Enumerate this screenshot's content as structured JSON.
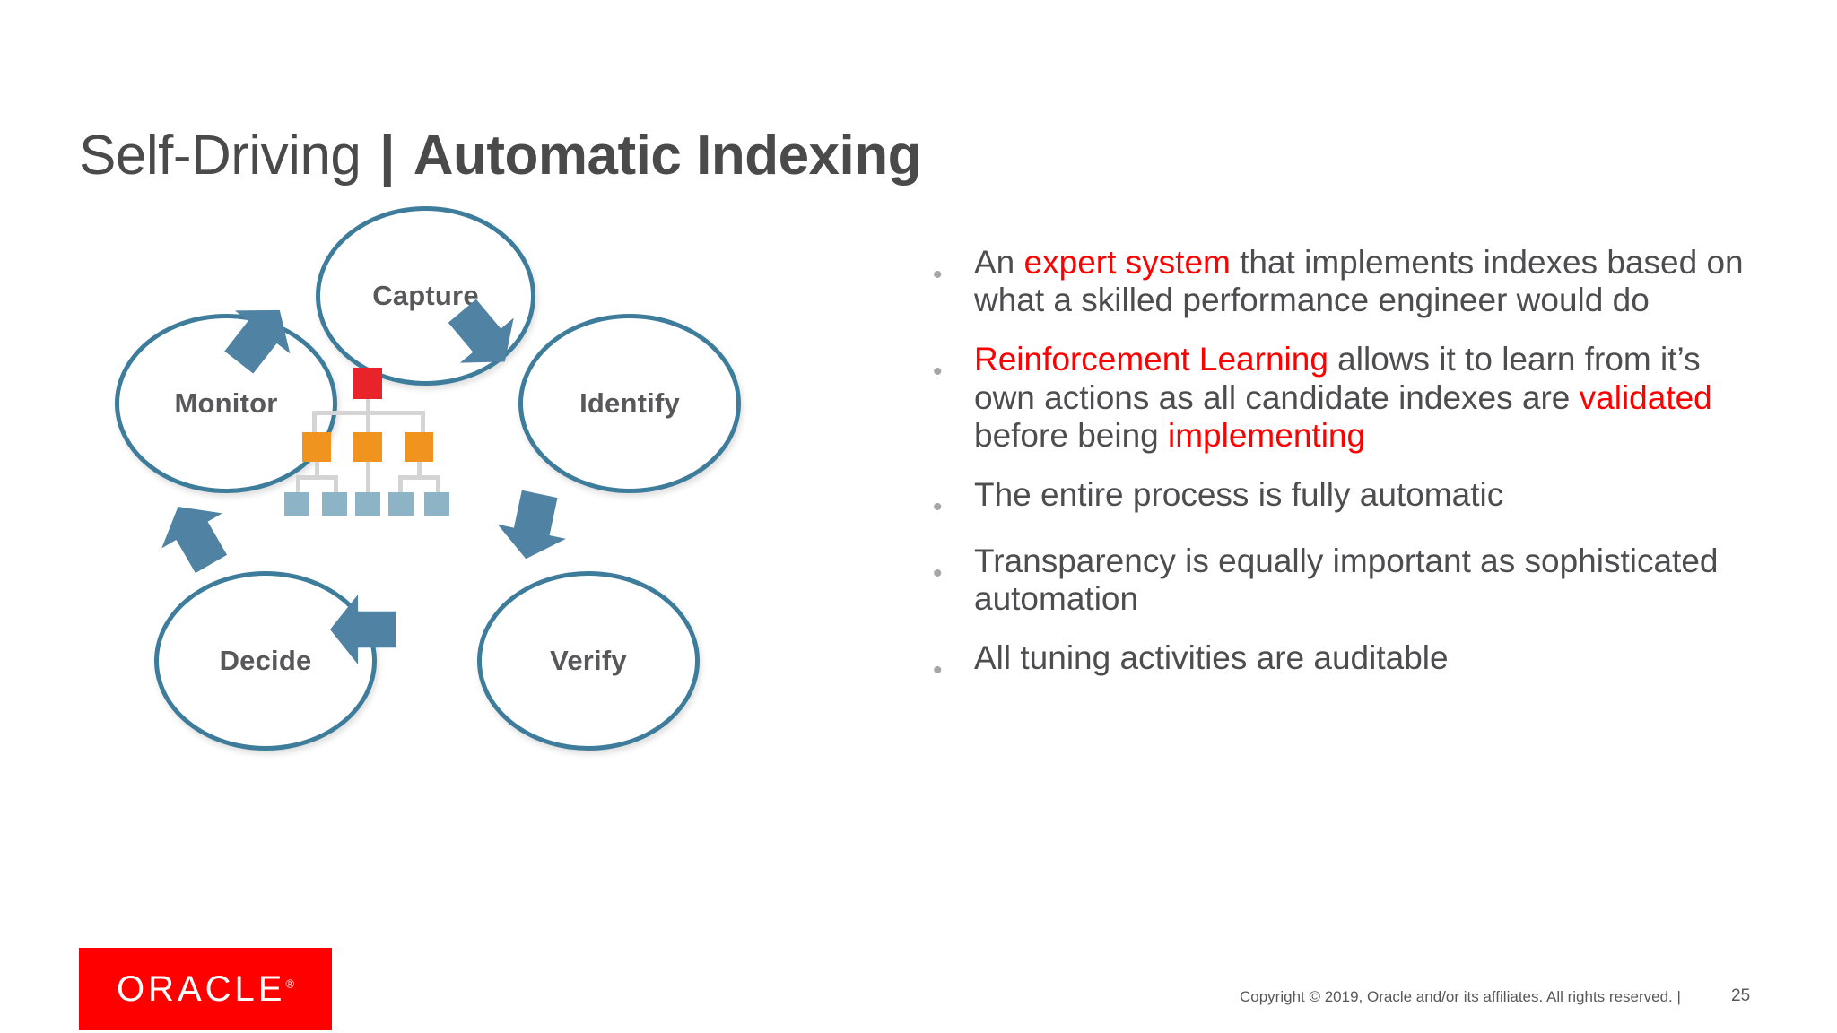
{
  "slide": {
    "title": {
      "light": "Self-Driving",
      "separator": "|",
      "bold": "Automatic Indexing"
    }
  },
  "diagram": {
    "type": "cycle",
    "nodes": [
      {
        "id": "capture",
        "label": "Capture"
      },
      {
        "id": "identify",
        "label": "Identify"
      },
      {
        "id": "verify",
        "label": "Verify"
      },
      {
        "id": "decide",
        "label": "Decide"
      },
      {
        "id": "monitor",
        "label": "Monitor"
      }
    ],
    "arrows": [
      {
        "from": "monitor",
        "to": "capture"
      },
      {
        "from": "capture",
        "to": "identify"
      },
      {
        "from": "identify",
        "to": "verify"
      },
      {
        "from": "verify",
        "to": "decide"
      },
      {
        "from": "decide",
        "to": "monitor"
      }
    ],
    "center_graphic": {
      "name": "index-tree-icon",
      "root_color": "#E8232A",
      "mid_color": "#F1941F",
      "leaf_color": "#8CB4C6",
      "connector_color": "#D4D4D4",
      "mid_count": 3,
      "leaf_count": 5
    },
    "colors": {
      "circle_stroke": "#3E7C9B",
      "arrow_fill": "#4F82A3",
      "label_text": "#58585A"
    }
  },
  "bullets": [
    {
      "dot": "•",
      "segments": [
        {
          "text": "An ",
          "highlight": false
        },
        {
          "text": "expert system",
          "highlight": true
        },
        {
          "text": " that implements indexes based on what a skilled performance engineer would do",
          "highlight": false
        }
      ]
    },
    {
      "dot": "•",
      "segments": [
        {
          "text": "Reinforcement Learning",
          "highlight": true
        },
        {
          "text": " allows it to learn from it’s own actions as all candidate indexes are ",
          "highlight": false
        },
        {
          "text": "validated",
          "highlight": true
        },
        {
          "text": " before being ",
          "highlight": false
        },
        {
          "text": "implementing",
          "highlight": true
        }
      ]
    },
    {
      "dot": "•",
      "segments": [
        {
          "text": "The entire process is fully automatic",
          "highlight": false
        }
      ]
    },
    {
      "dot": "•",
      "segments": [
        {
          "text": "Transparency is equally important as sophisticated automation",
          "highlight": false
        }
      ]
    },
    {
      "dot": "•",
      "segments": [
        {
          "text": "All tuning activities are auditable",
          "highlight": false
        }
      ]
    }
  ],
  "branding": {
    "logo_text": "ORACLE",
    "logo_registered": "®",
    "logo_bg": "#FF0000"
  },
  "footer": {
    "copyright": "Copyright © 2019, Oracle and/or its affiliates. All rights reserved.  |",
    "page_number": "25"
  },
  "accent_colors": {
    "highlight_red": "#FF0000",
    "body_text": "#4D4D4F",
    "title_text": "#4A4A4A"
  }
}
